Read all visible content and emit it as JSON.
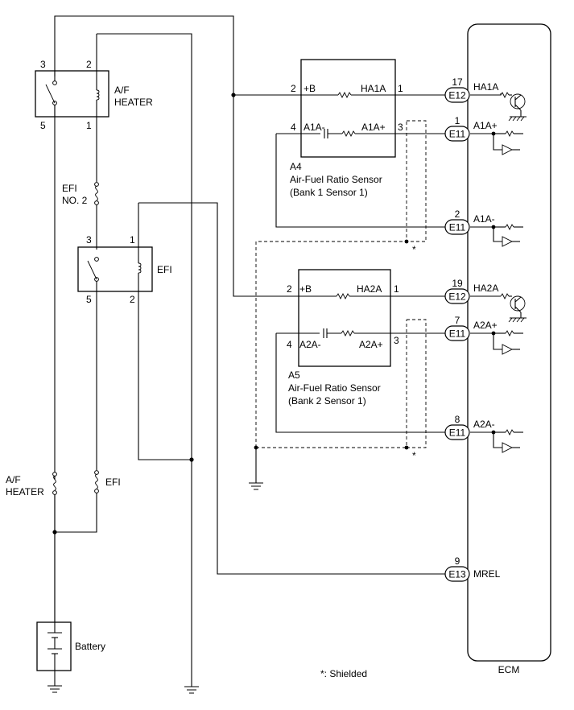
{
  "relays": {
    "af_heater": {
      "label_line1": "A/F",
      "label_line2": "HEATER",
      "pin3": "3",
      "pin2": "2",
      "pin5": "5",
      "pin1": "1"
    },
    "efi": {
      "label": "EFI",
      "pin3": "3",
      "pin1": "1",
      "pin5": "5",
      "pin2": "2"
    }
  },
  "fuses": {
    "efi_no2": {
      "line1": "EFI",
      "line2": "NO. 2"
    },
    "af_heater": {
      "line1": "A/F",
      "line2": "HEATER"
    },
    "efi": {
      "label": "EFI"
    }
  },
  "battery": {
    "label": "Battery"
  },
  "sensors": {
    "a4": {
      "id": "A4",
      "name": "Air-Fuel Ratio Sensor",
      "position": "(Bank 1 Sensor 1)",
      "pin_b": "2",
      "b_label": "+B",
      "heater_label": "HA1A",
      "pin_heater": "1",
      "pin_minus": "4",
      "minus_label": "A1A-",
      "plus_label": "A1A+",
      "pin_plus": "3"
    },
    "a5": {
      "id": "A5",
      "name": "Air-Fuel Ratio Sensor",
      "position": "(Bank 2 Sensor 1)",
      "pin_b": "2",
      "b_label": "+B",
      "heater_label": "HA2A",
      "pin_heater": "1",
      "pin_minus": "4",
      "minus_label": "A2A-",
      "plus_label": "A2A+",
      "pin_plus": "3"
    }
  },
  "ecm": {
    "label": "ECM",
    "terminals": [
      {
        "pin": "17",
        "connector": "E12",
        "signal": "HA1A"
      },
      {
        "pin": "1",
        "connector": "E11",
        "signal": "A1A+"
      },
      {
        "pin": "2",
        "connector": "E11",
        "signal": "A1A-"
      },
      {
        "pin": "19",
        "connector": "E12",
        "signal": "HA2A"
      },
      {
        "pin": "7",
        "connector": "E11",
        "signal": "A2A+"
      },
      {
        "pin": "8",
        "connector": "E11",
        "signal": "A2A-"
      },
      {
        "pin": "9",
        "connector": "E13",
        "signal": "MREL"
      }
    ]
  },
  "shield": {
    "marker": "*",
    "note": "*: Shielded"
  }
}
